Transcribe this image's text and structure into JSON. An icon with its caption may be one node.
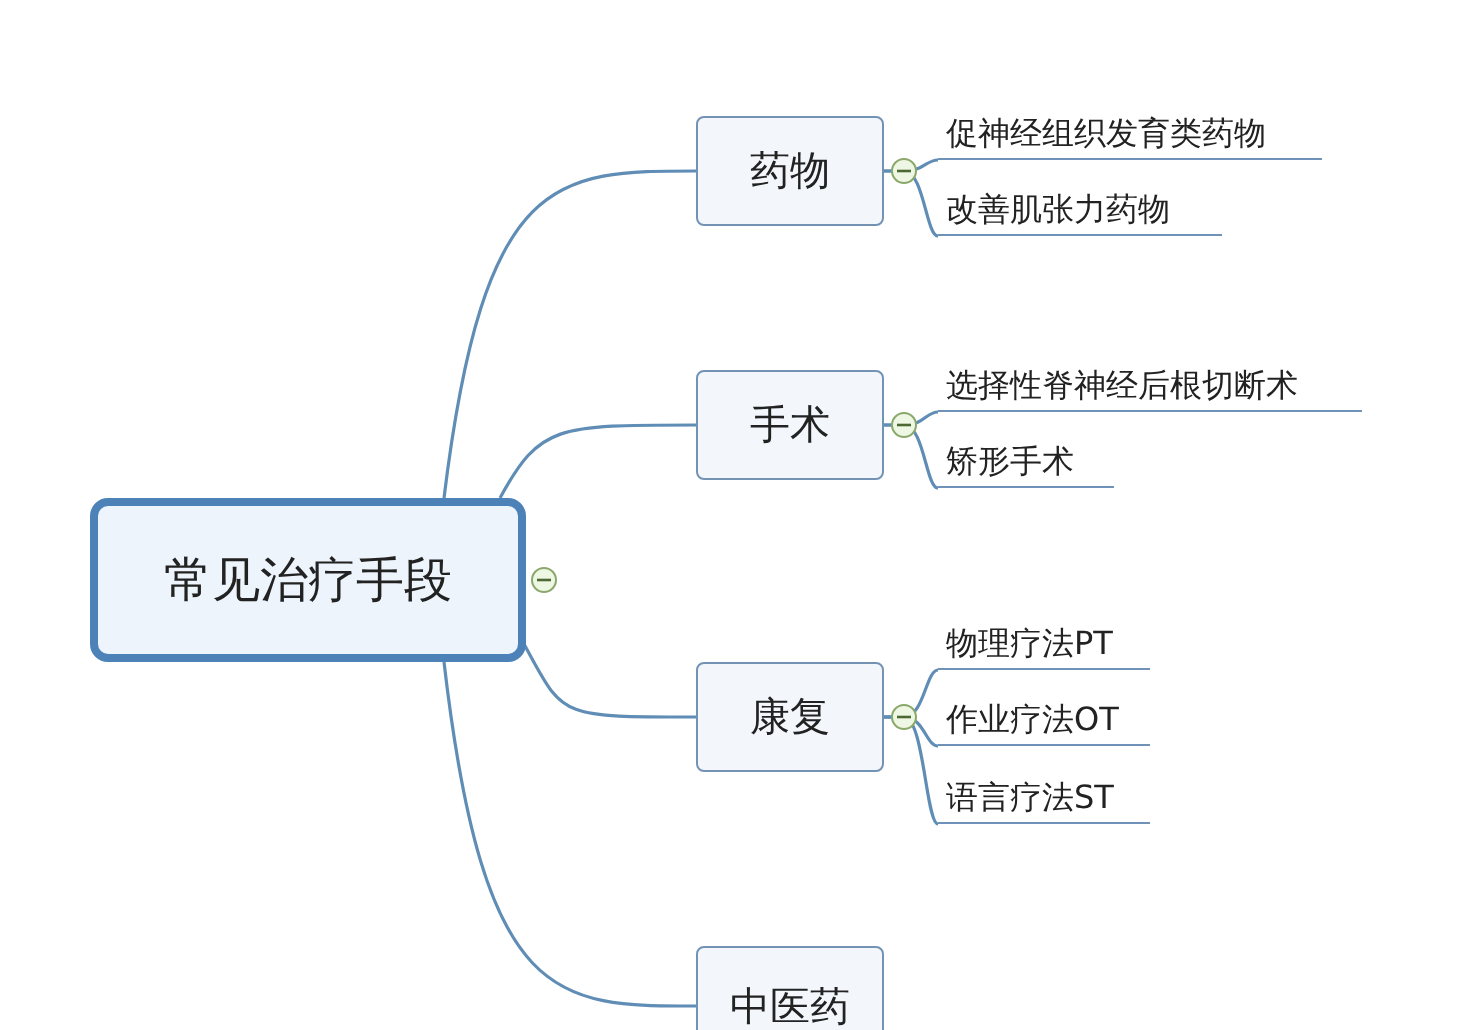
{
  "diagram": {
    "nodes": [
      {
        "text": [
          "常见治疗手段"
        ]
      },
      {
        "text": [
          "药物"
        ]
      },
      {
        "text": [
          "手术"
        ]
      },
      {
        "text": [
          "康复"
        ]
      },
      {
        "text": [
          "中医药"
        ]
      },
      {
        "text": [
          "促神经组织发育类药物"
        ]
      },
      {
        "text": [
          "改善肌张力药物"
        ]
      },
      {
        "text": [
          "选择性脊神经后根切断术"
        ]
      },
      {
        "text": [
          "矫形手术"
        ]
      },
      {
        "text": [
          "物理疗法PT"
        ]
      },
      {
        "text": [
          "作业疗法OT"
        ]
      },
      {
        "text": [
          "语言疗法ST"
        ]
      }
    ],
    "edges": [
      {
        "from": 0,
        "to": 1,
        "arrow": "none"
      },
      {
        "from": 0,
        "to": 2,
        "arrow": "none"
      },
      {
        "from": 0,
        "to": 3,
        "arrow": "none"
      },
      {
        "from": 0,
        "to": 4,
        "arrow": "none"
      },
      {
        "from": 1,
        "to": 5,
        "arrow": "none"
      },
      {
        "from": 1,
        "to": 6,
        "arrow": "none"
      },
      {
        "from": 2,
        "to": 7,
        "arrow": "none"
      },
      {
        "from": 2,
        "to": 8,
        "arrow": "none"
      },
      {
        "from": 3,
        "to": 9,
        "arrow": "none"
      },
      {
        "from": 3,
        "to": 10,
        "arrow": "none"
      },
      {
        "from": 3,
        "to": 11,
        "arrow": "none"
      }
    ]
  }
}
